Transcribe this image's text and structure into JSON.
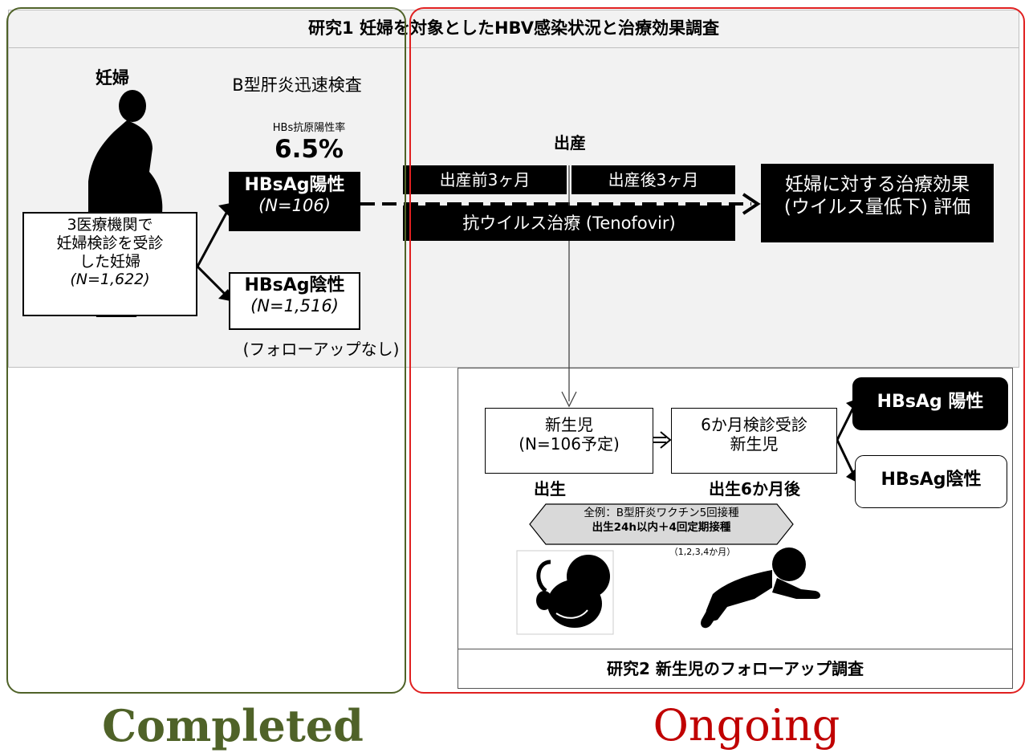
{
  "study1": {
    "title": "研究1 妊婦を対象としたHBV感染状況と治療効果調査",
    "pregnant_label": "妊婦",
    "rapid_test": "B型肝炎迅速検査",
    "positivity_label": "HBs抗原陽性率",
    "positivity_value": "6.5%",
    "cohort_line1": "3医療機関で",
    "cohort_line2": "妊婦検診を受診",
    "cohort_line3": "した妊婦",
    "cohort_n": "(N=1,622)",
    "positive_title": "HBsAg陽性",
    "positive_n": "(N=106)",
    "negative_title": "HBsAg陰性",
    "negative_n": "(N=1,516)",
    "no_followup": "(フォローアップなし)",
    "delivery": "出産",
    "before_delivery": "出産前3ヶ月",
    "after_delivery": "出産後3ヶ月",
    "antiviral": "抗ウイルス治療 (Tenofovir)",
    "eval_line1": "妊婦に対する治療効果",
    "eval_line2": "(ウイルス量低下) 評価"
  },
  "study2": {
    "title": "研究2 新生児のフォローアップ調査",
    "newborn_line1": "新生児",
    "newborn_line2": "(N=106予定)",
    "checkup_line1": "6か月検診受診",
    "checkup_line2": "新生児",
    "birth": "出生",
    "six_months": "出生6か月後",
    "positive": "HBsAg 陽性",
    "negative": "HBsAg陰性",
    "vaccine_line1": "全例：B型肝炎ワクチン5回接種",
    "vaccine_line2": "出生24h以内＋4回定期接種",
    "vaccine_schedule": "（1,2,3,4か月）"
  },
  "status": {
    "completed": "Completed",
    "ongoing": "Ongoing"
  },
  "colors": {
    "completed": "#4f6228",
    "ongoing": "#c00000",
    "frame_red": "#e02020",
    "panel_grey": "#f2f2f2"
  }
}
